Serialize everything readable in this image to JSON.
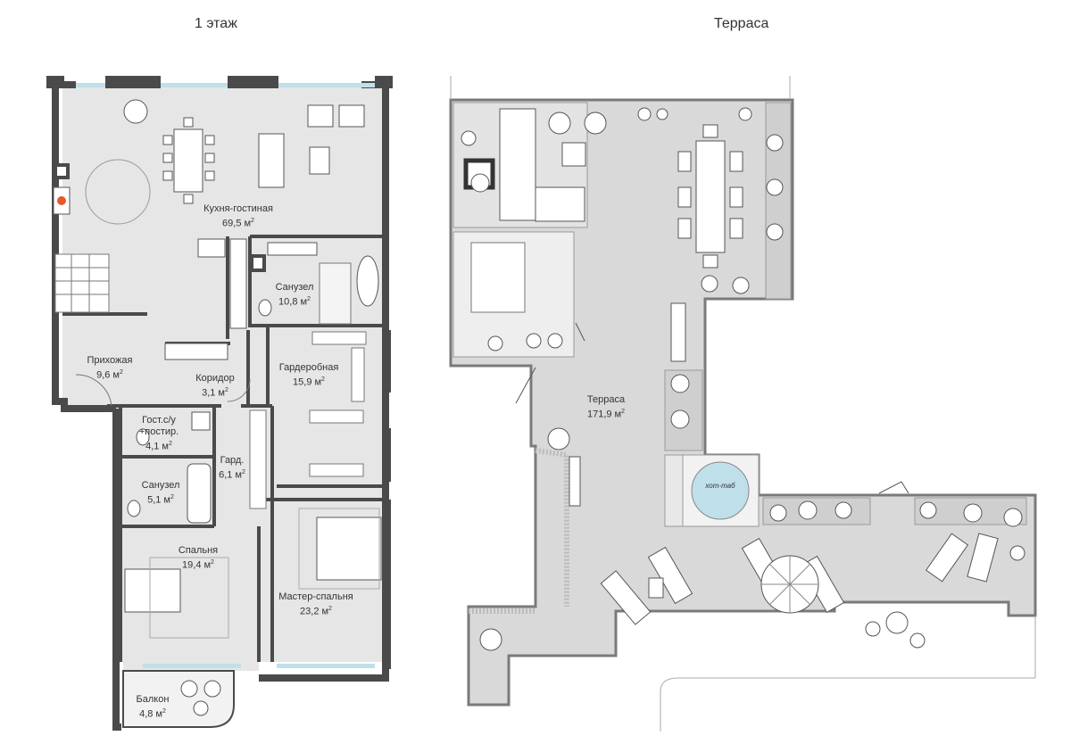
{
  "titles": {
    "floor1": "1 этаж",
    "terrace": "Терраса"
  },
  "rooms": {
    "kitchen": {
      "name": "Кухня-гостиная",
      "area": "69,5 м",
      "unit_sup": "2"
    },
    "bath1": {
      "name": "Санузел",
      "area": "10,8 м",
      "unit_sup": "2"
    },
    "hall": {
      "name": "Прихожая",
      "area": "9,6 м",
      "unit_sup": "2"
    },
    "corridor": {
      "name": "Коридор",
      "area": "3,1 м",
      "unit_sup": "2"
    },
    "wardrobe": {
      "name": "Гардеробная",
      "area": "15,9 м",
      "unit_sup": "2"
    },
    "guest_wc": {
      "name1": "Гост.с/у",
      "name2": "+постир.",
      "area": "4,1 м",
      "unit_sup": "2"
    },
    "gard": {
      "name": "Гард.",
      "area": "6,1 м",
      "unit_sup": "2"
    },
    "bath2": {
      "name": "Санузел",
      "area": "5,1 м",
      "unit_sup": "2"
    },
    "bedroom": {
      "name": "Спальня",
      "area": "19,4 м",
      "unit_sup": "2"
    },
    "master": {
      "name": "Мастер-спальня",
      "area": "23,2 м",
      "unit_sup": "2"
    },
    "balcony": {
      "name": "Балкон",
      "area": "4,8 м",
      "unit_sup": "2"
    },
    "terrace": {
      "name": "Терраса",
      "area": "171,9 м",
      "unit_sup": "2"
    },
    "hot_tub": {
      "name": "хот-таб"
    }
  },
  "colors": {
    "floor": "#e6e6e6",
    "wall": "#4a4a4a",
    "deck": "#d9d9d9",
    "glass": "#bfe0ea",
    "fireplace": "#e8582a"
  }
}
